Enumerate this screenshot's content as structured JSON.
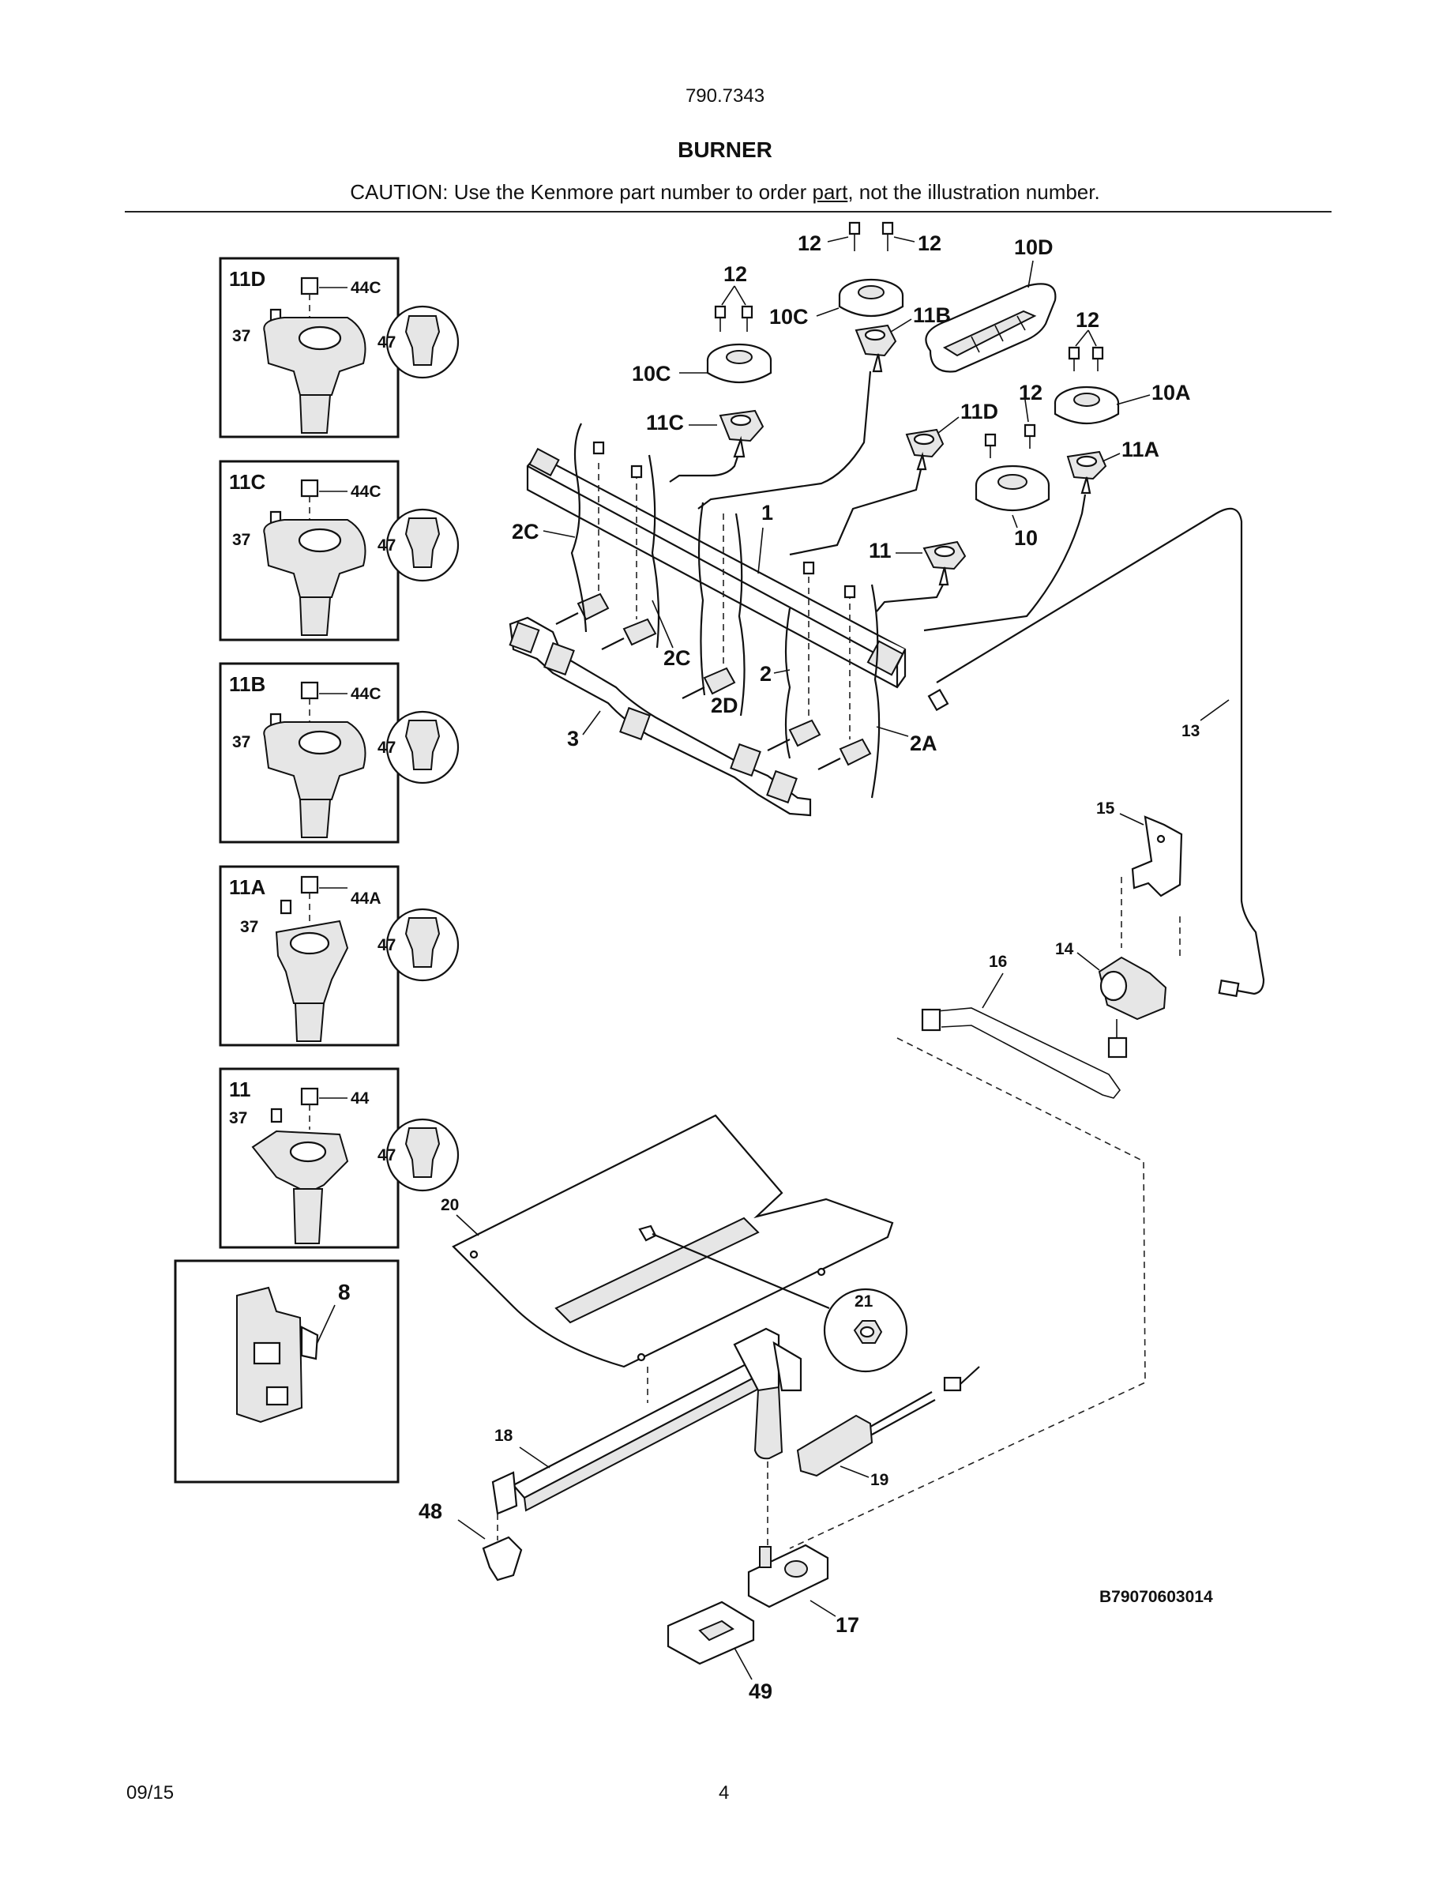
{
  "header": {
    "model": "790.7343",
    "title": "BURNER",
    "caution_pre": "CAUTION: Use the Kenmore part number to order ",
    "caution_link": "part",
    "caution_post": ", not the illustration number."
  },
  "footer": {
    "date": "09/15",
    "page": "4"
  },
  "figure_code": "B79070603014",
  "insets": [
    {
      "title": "11D",
      "labels": [
        "44C",
        "37",
        "47"
      ]
    },
    {
      "title": "11C",
      "labels": [
        "44C",
        "37",
        "47"
      ]
    },
    {
      "title": "11B",
      "labels": [
        "44C",
        "37",
        "47"
      ]
    },
    {
      "title": "11A",
      "labels": [
        "44A",
        "37",
        "47"
      ]
    },
    {
      "title": "11",
      "labels": [
        "44",
        "37",
        "47"
      ]
    },
    {
      "title": "8"
    }
  ],
  "callouts": {
    "c12a": "12",
    "c12b": "12",
    "c12c": "12",
    "c12d": "12",
    "c12e": "12",
    "c10d": "10D",
    "c10c_top": "10C",
    "c11b": "11B",
    "c10c": "10C",
    "c11c": "11C",
    "c10a": "10A",
    "c11d": "11D",
    "c11a": "11A",
    "c1": "1",
    "c11": "11",
    "c10": "10",
    "c2c_left": "2C",
    "c2c": "2C",
    "c2d": "2D",
    "c2": "2",
    "c3": "3",
    "c2a": "2A",
    "c13": "13",
    "c15": "15",
    "c14": "14",
    "c16": "16",
    "c20": "20",
    "c21": "21",
    "c18": "18",
    "c19": "19",
    "c48": "48",
    "c17": "17",
    "c49": "49"
  }
}
